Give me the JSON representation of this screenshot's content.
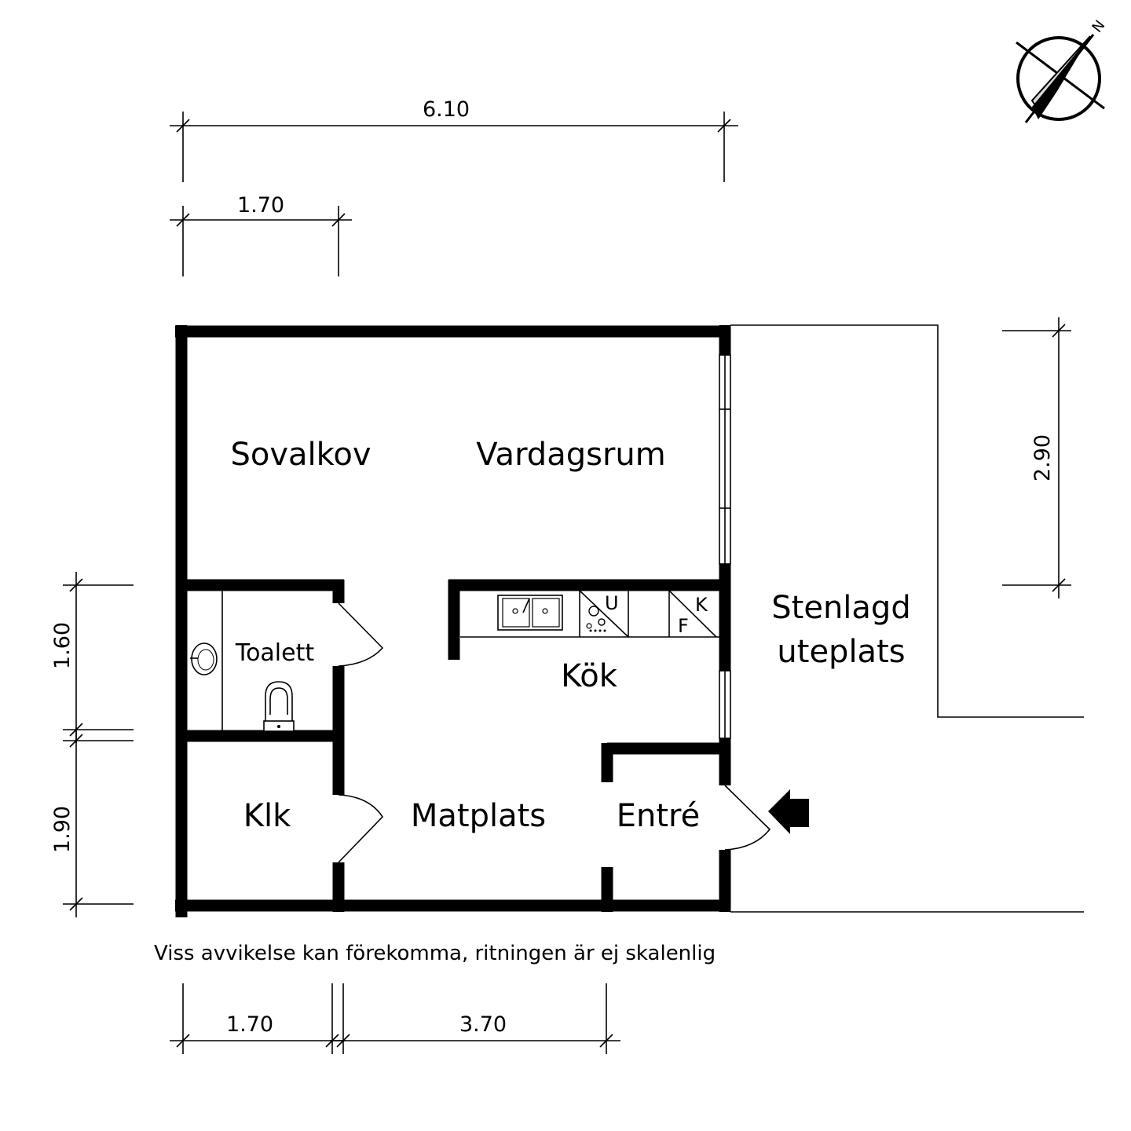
{
  "rooms": {
    "sovalkov": "Sovalkov",
    "vardagsrum": "Vardagsrum",
    "toalett": "Toalett",
    "kok": "Kök",
    "klk": "Klk",
    "matplats": "Matplats",
    "entre": "Entré",
    "uteplats_line1": "Stenlagd",
    "uteplats_line2": "uteplats"
  },
  "appliances": {
    "u": "U",
    "k": "K",
    "f": "F"
  },
  "dimensions": {
    "top_total": "6.10",
    "top_left": "1.70",
    "right_vertical": "2.90",
    "left_upper": "1.60",
    "left_lower": "1.90",
    "bottom_left": "1.70",
    "bottom_right": "3.70"
  },
  "compass": {
    "label": "N"
  },
  "disclaimer": "Viss avvikelse kan förekomma, ritningen är ej skalenlig"
}
